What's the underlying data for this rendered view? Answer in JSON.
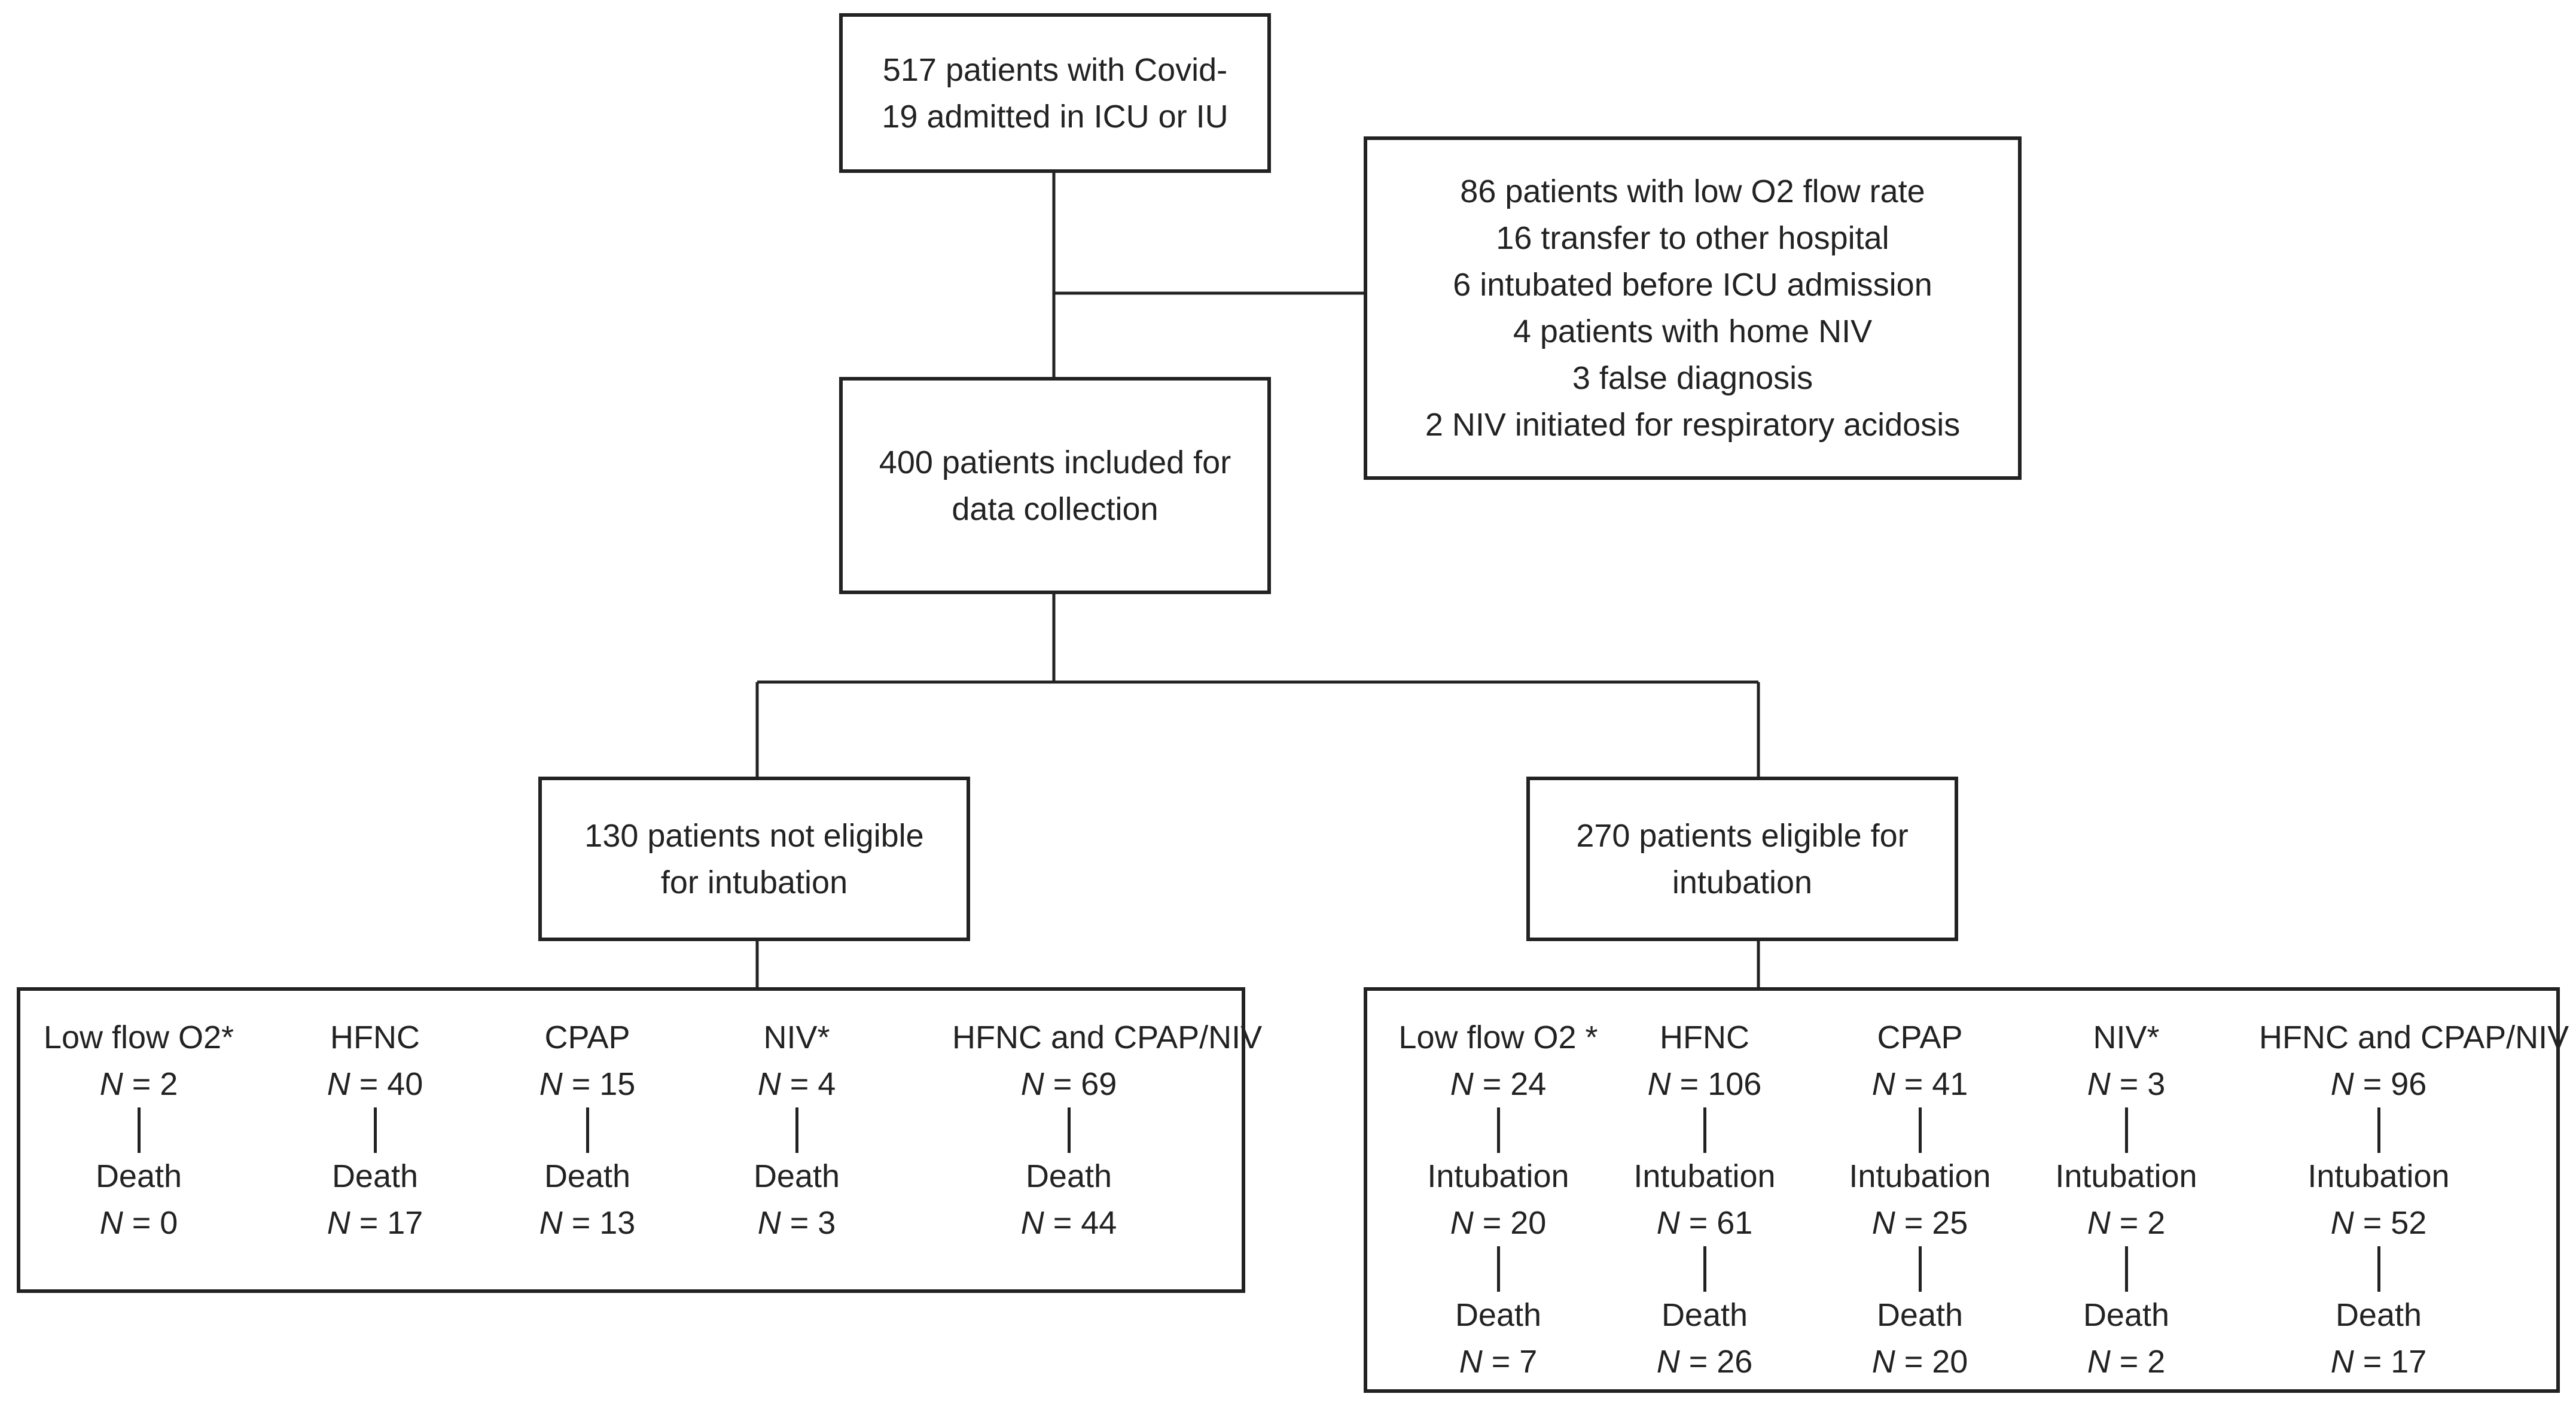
{
  "boxes": {
    "top": {
      "lines": [
        "517 patients with Covid-",
        "19 admitted in ICU or IU"
      ]
    },
    "excluded": {
      "lines": [
        "86 patients with low O2 flow rate",
        "16 transfer to other hospital",
        "6 intubated before ICU admission",
        "4 patients with home NIV",
        "3 false diagnosis",
        "2 NIV initiated for respiratory acidosis"
      ]
    },
    "included": {
      "lines": [
        "400 patients included for",
        "data collection"
      ]
    },
    "not_eligible": {
      "lines": [
        "130 patients not eligible",
        "for intubation"
      ]
    },
    "eligible": {
      "lines": [
        "270 patients eligible  for",
        "intubation"
      ]
    }
  },
  "count_prefix": "N",
  "count_separator": " = ",
  "not_eligible_groups": [
    {
      "label": "Low flow O2*",
      "n": "2",
      "outcome_label": "Death",
      "outcome_n": "0"
    },
    {
      "label": "HFNC",
      "n": "40",
      "outcome_label": "Death",
      "outcome_n": "17"
    },
    {
      "label": "CPAP",
      "n": "15",
      "outcome_label": "Death",
      "outcome_n": "13"
    },
    {
      "label": "NIV*",
      "n": "4",
      "outcome_label": "Death",
      "outcome_n": "3"
    },
    {
      "label": "HFNC and CPAP/NIV",
      "n": "69",
      "outcome_label": "Death",
      "outcome_n": "44"
    }
  ],
  "eligible_groups": [
    {
      "label": "Low flow O2 *",
      "n": "24",
      "intubation_label": "Intubation",
      "intubation_n": "20",
      "death_label": "Death",
      "death_n": "7"
    },
    {
      "label": "HFNC",
      "n": "106",
      "intubation_label": "Intubation",
      "intubation_n": "61",
      "death_label": "Death",
      "death_n": "26"
    },
    {
      "label": "CPAP",
      "n": "41",
      "intubation_label": "Intubation",
      "intubation_n": "25",
      "death_label": "Death",
      "death_n": "20"
    },
    {
      "label": "NIV*",
      "n": "3",
      "intubation_label": "Intubation",
      "intubation_n": "2",
      "death_label": "Death",
      "death_n": "2"
    },
    {
      "label": "HFNC and CPAP/NIV",
      "n": "96",
      "intubation_label": "Intubation",
      "intubation_n": "52",
      "death_label": "Death",
      "death_n": "17"
    }
  ]
}
